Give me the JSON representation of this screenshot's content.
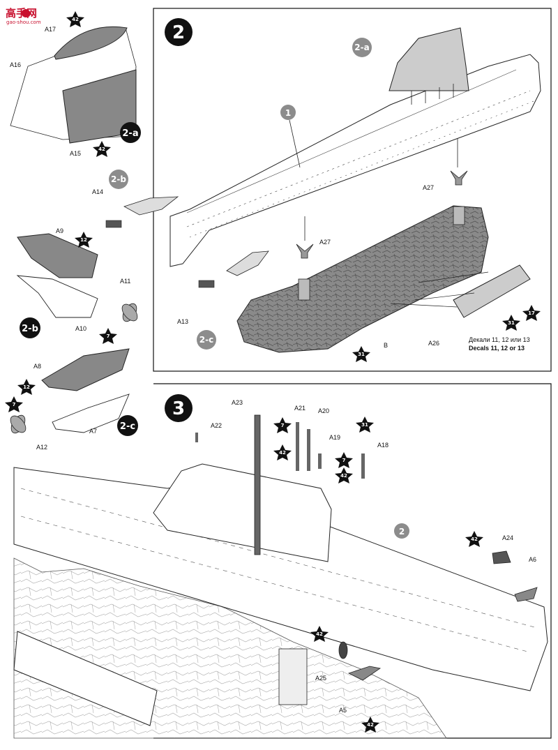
{
  "watermark": {
    "logo_text": "高手网",
    "url": "gao-shou.com"
  },
  "step2": {
    "number": "2",
    "tags": {
      "a": "2-a",
      "b": "2-b",
      "c": "2-c",
      "hull": "1"
    },
    "parts": {
      "a27_left": "A27",
      "a27_right": "A27",
      "b": "B",
      "a26": "A26",
      "a14": "A14",
      "a9": "A9",
      "a10": "A10",
      "a11": "A11",
      "a13": "A13",
      "a8": "A8",
      "a7": "A7",
      "a12": "A12",
      "a15": "A15",
      "a16": "A16",
      "a17": "A17"
    },
    "decals_ru": "Декали 11, 12 или 13",
    "decals_en": "Decals 11, 12 or 13"
  },
  "step3": {
    "number": "3",
    "hull_tag": "2",
    "parts": {
      "a22": "A22",
      "a23": "A23",
      "a21": "A21",
      "a20": "A20",
      "a19": "A19",
      "a18": "A18",
      "a24": "A24",
      "a6": "A6",
      "a25": "A25",
      "a5": "A5"
    }
  },
  "color_codes": {
    "c42": "42",
    "c12": "12",
    "c7": "7",
    "c31": "31",
    "c17": "17"
  },
  "colors": {
    "accent": "#c8102e",
    "part_gray": "#7a7a7a",
    "tag_gray": "#8c8c8c"
  }
}
